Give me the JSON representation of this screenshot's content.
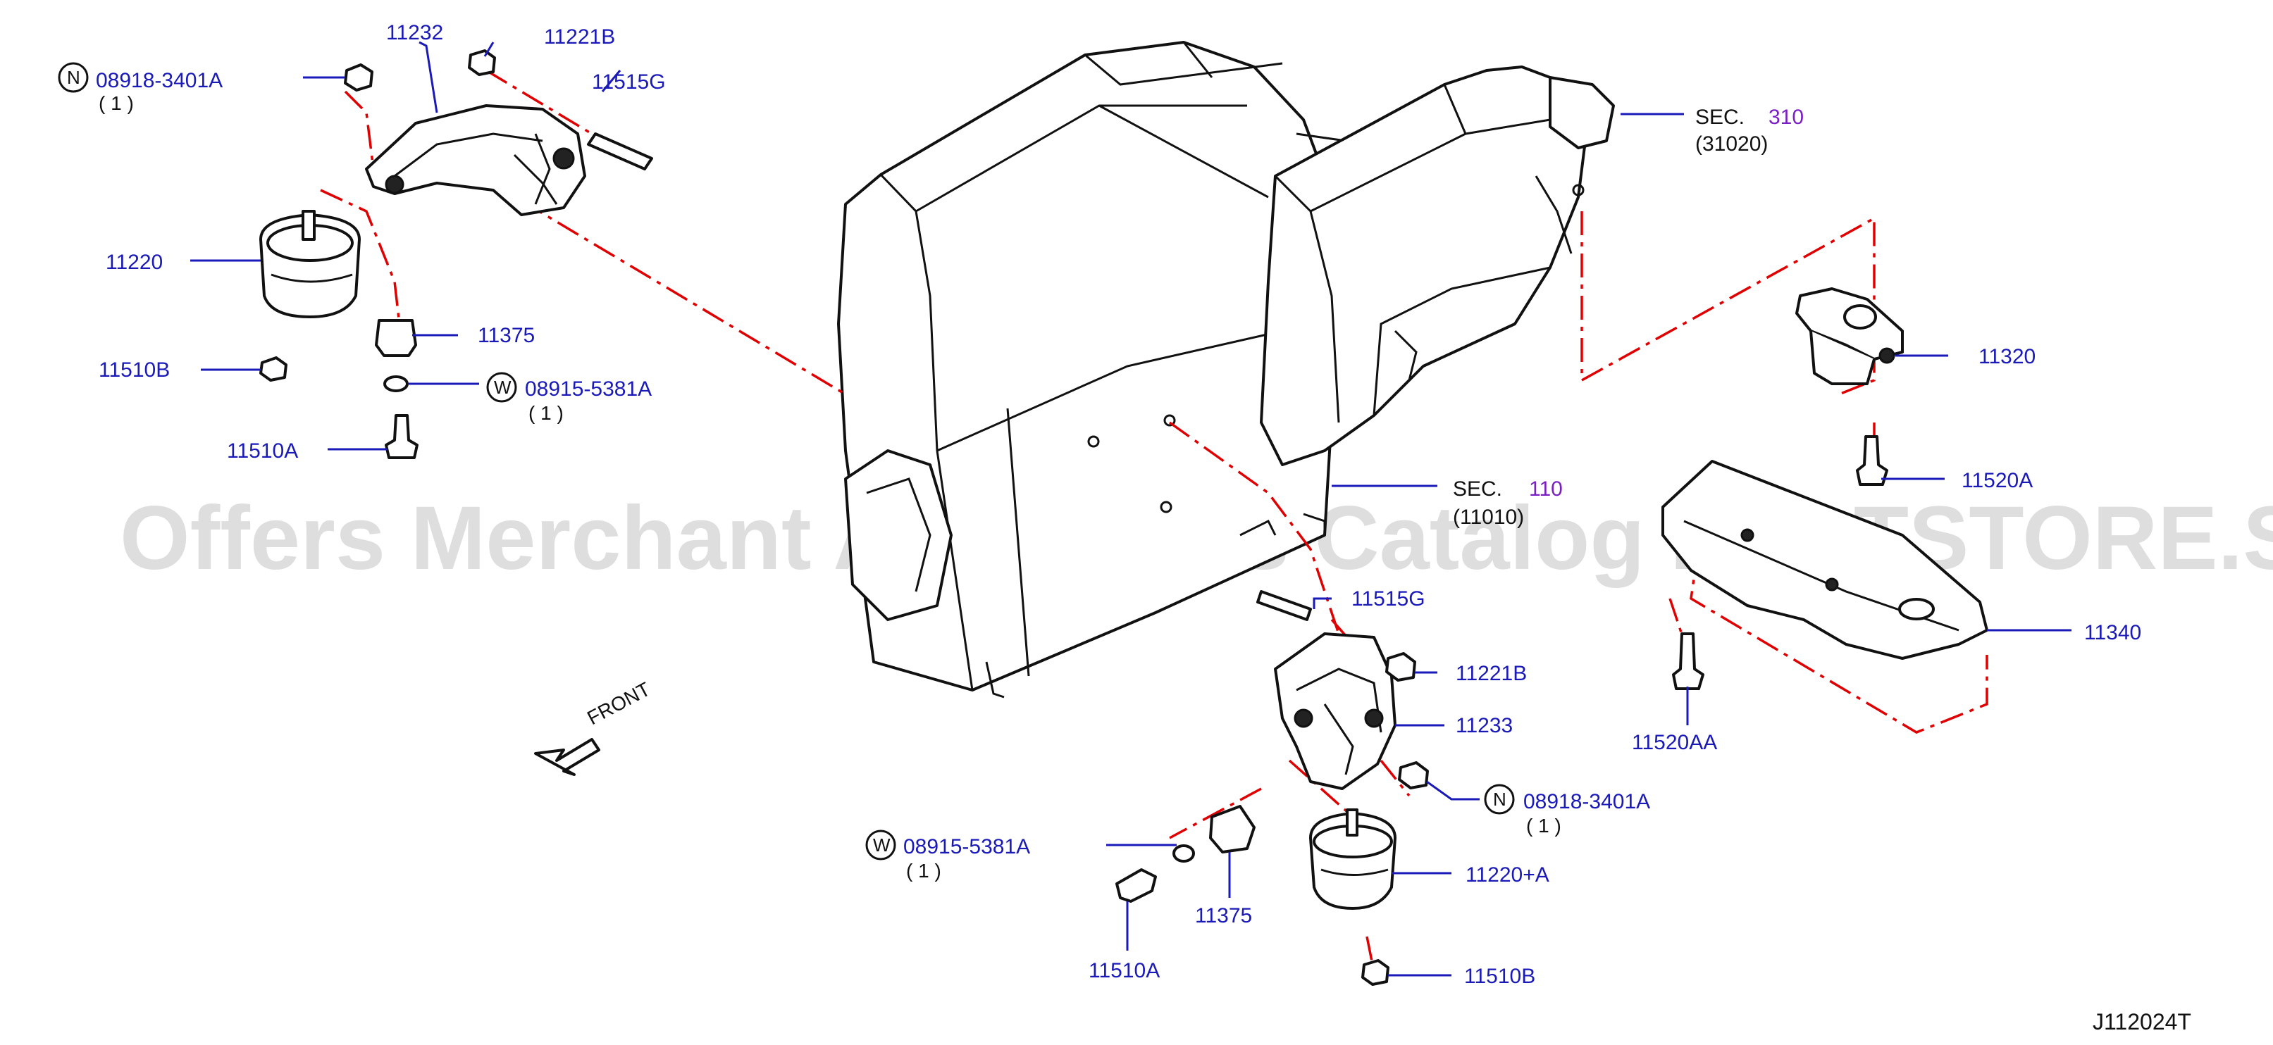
{
  "diagram": {
    "watermark": "Offers Merchant Auto Parts Catalog PARTSTORE.SA",
    "drawing_code": "J112024T",
    "front_label": "FRONT",
    "sections": [
      {
        "prefix": "SEC.",
        "number": "310",
        "sub": "(31020)"
      },
      {
        "prefix": "SEC.",
        "number": "110",
        "sub": "(11010)"
      }
    ],
    "symbols": {
      "n": "N",
      "w": "W"
    },
    "labels": {
      "p11232": "11232",
      "p11221B_top": "11221B",
      "p08918_top": "08918-3401A",
      "qty_08918_top": "( 1 )",
      "p11515G_top": "11515G",
      "p11220": "11220",
      "p11375_top": "11375",
      "p08915_top": "08915-5381A",
      "qty_08915_top": "( 1 )",
      "p11510B_top": "11510B",
      "p11510A_top": "11510A",
      "p11320": "11320",
      "p11520A": "11520A",
      "p11340": "11340",
      "p11520AA": "11520AA",
      "p11515G_bot": "11515G",
      "p11221B_bot": "11221B",
      "p11233": "11233",
      "p08918_bot": "08918-3401A",
      "qty_08918_bot": "( 1 )",
      "p11220A": "11220+A",
      "p08915_bot": "08915-5381A",
      "qty_08915_bot": "( 1 )",
      "p11375_bot": "11375",
      "p11510A_bot": "11510A",
      "p11510B_bot": "11510B"
    }
  },
  "colors": {
    "label": "#1a1ab8",
    "section_number": "#7a1fc4",
    "dash_line": "#e00000",
    "ink": "#111111",
    "watermark": "#d9d9d9"
  },
  "icons": [
    "engine-assembly-drawing",
    "transmission-drawing",
    "mount-bracket-drawing",
    "insulator-drawing",
    "nut-icon",
    "bolt-icon",
    "washer-icon",
    "stud-icon",
    "front-arrow-icon"
  ]
}
